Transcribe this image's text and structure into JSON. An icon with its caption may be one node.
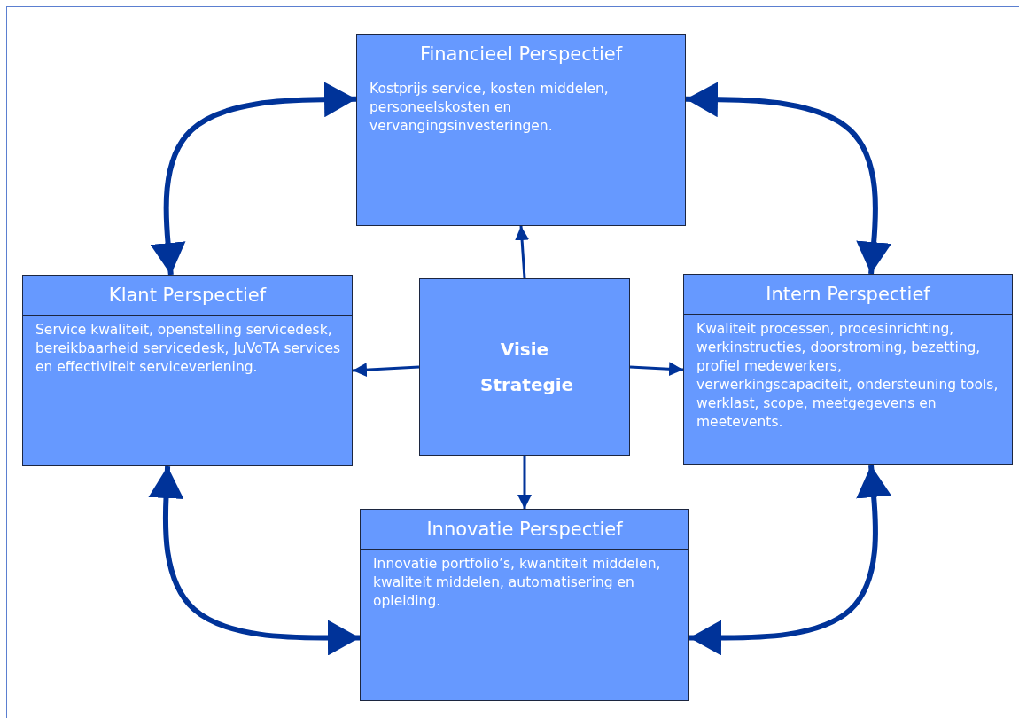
{
  "diagram": {
    "nodes": [
      {
        "text": [
          "Financieel Perspectief",
          "Kostprijs service, kosten middelen, personeelskosten en vervangingsinvesteringen."
        ]
      },
      {
        "text": [
          "Klant Perspectief",
          "Service kwaliteit, openstelling servicedesk, bereikbaarheid servicedesk, JuVoTA services en effectiviteit serviceverlening."
        ]
      },
      {
        "text": [
          "Visie Strategie"
        ]
      },
      {
        "text": [
          "Intern Perspectief",
          "Kwaliteit processen, procesinrichting, werkinstructies, doorstroming, bezetting, profiel medewerkers, verwerkingscapaciteit, ondersteuning tools, werklast, scope, meetgegevens en meetevents."
        ]
      },
      {
        "text": [
          "Innovatie Perspectief",
          "Innovatie portfolio’s, kwantiteit middelen, kwaliteit middelen, automatisering en opleiding."
        ]
      }
    ],
    "edges": [
      {
        "from": 2,
        "to": 0,
        "arrow": "to"
      },
      {
        "from": 2,
        "to": 1,
        "arrow": "to"
      },
      {
        "from": 2,
        "to": 3,
        "arrow": "to"
      },
      {
        "from": 2,
        "to": 4,
        "arrow": "to"
      },
      {
        "from": 1,
        "to": 0,
        "arrow": "both",
        "style": "thick"
      },
      {
        "from": 0,
        "to": 3,
        "arrow": "both",
        "style": "thick"
      },
      {
        "from": 1,
        "to": 4,
        "arrow": "both",
        "style": "thick"
      },
      {
        "from": 4,
        "to": 3,
        "arrow": "both",
        "style": "thick"
      }
    ]
  }
}
